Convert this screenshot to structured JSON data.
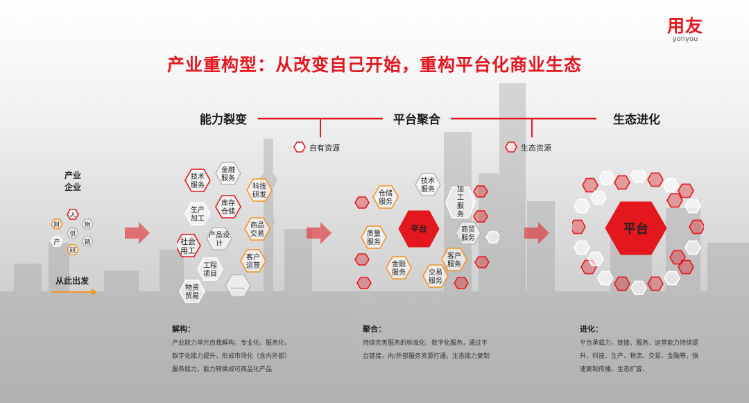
{
  "title": "产业重构型：从改变自己开始，重构平台化商业生态",
  "logo": {
    "cn": "用友",
    "en": "yonyou"
  },
  "stages": {
    "s1": "能力裂变",
    "s2": "平台聚合",
    "s3": "生态进化"
  },
  "legend": {
    "own": "自有资源",
    "eco": "生态资源"
  },
  "left": {
    "line1": "产业",
    "line2": "企业",
    "hexes": {
      "ren": "人",
      "cai": "财",
      "wu": "物",
      "gong": "供",
      "chan": "产",
      "xiao": "销",
      "yan": "研"
    },
    "start": "从此出发"
  },
  "split": {
    "h1": [
      "技术",
      "服务"
    ],
    "h2": [
      "金融",
      "服务"
    ],
    "h3": [
      "科技",
      "研发"
    ],
    "h4": [
      "生产",
      "加工"
    ],
    "h5": [
      "库存",
      "仓储"
    ],
    "h6": [
      "商品",
      "交易"
    ],
    "h7": [
      "社会",
      "用工"
    ],
    "h8": [
      "产品设",
      "计"
    ],
    "h9": [
      "客户",
      "运营"
    ],
    "h10": [
      "工程",
      "项目"
    ],
    "h11": [
      "物资",
      "贸易"
    ],
    "h12": "……"
  },
  "agg": {
    "center": "平台",
    "h1": [
      "仓储",
      "服务"
    ],
    "h2": [
      "技术",
      "服务"
    ],
    "h3": [
      "加",
      "工",
      "服",
      "务"
    ],
    "h4": [
      "质量",
      "服务"
    ],
    "h5": [
      "商贸",
      "服务"
    ],
    "h6": [
      "客户",
      "服务"
    ],
    "h7": [
      "金融",
      "服务"
    ],
    "h8": [
      "交易",
      "服务"
    ]
  },
  "eco": {
    "center": "平台"
  },
  "sections": {
    "s1": {
      "head": "解构：",
      "lines": [
        "产业能力单元自我解构，专业化、服务化、",
        "数字化能力提升，形成市场化（含内外部）",
        "服务能力，能力转换成可商品化产品"
      ]
    },
    "s2": {
      "head": "聚合：",
      "lines": [
        "持续完善服务的标准化、数字化服务，通过平",
        "台链接，内/外部服务资源打通，生态能力复制"
      ]
    },
    "s3": {
      "head": "进化：",
      "lines": [
        "平台承载力，链接、服务、运营能力持续提",
        "升，科技、生产、物流、交易、金融等，快",
        "速复制传播，生态扩容、"
      ]
    }
  },
  "colors": {
    "red": "#e3171d",
    "orange": "#f29324",
    "gray": "#b8b8b8"
  }
}
